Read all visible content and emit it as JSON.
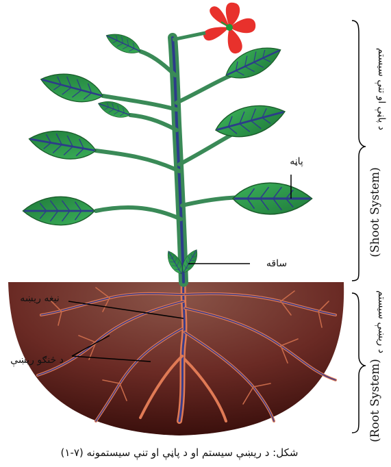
{
  "labels": {
    "leaf": "پاڼه",
    "stem": "ساقه",
    "primary_root": "نیغه ریښه",
    "secondary_roots": "د څنګو ریښې"
  },
  "sides": {
    "shoot_english": "(Shoot System)",
    "shoot_pashto": "د پاڼې او تنې سیستم",
    "root_english": "(Root System)",
    "root_pashto": "د ریښې سیستم"
  },
  "caption": "(۱-۷) شکل: د ریښې سیستم او د پاڼې او تنې سیستمونه",
  "colors": {
    "leaf": "#2f9a4a",
    "leaf_vein": "#2c3c8a",
    "stem": "#3a8a57",
    "flower": "#e8312c",
    "soil_top": "#8a5448",
    "soil_bottom": "#3a0f0c",
    "root": "#e07a55"
  }
}
